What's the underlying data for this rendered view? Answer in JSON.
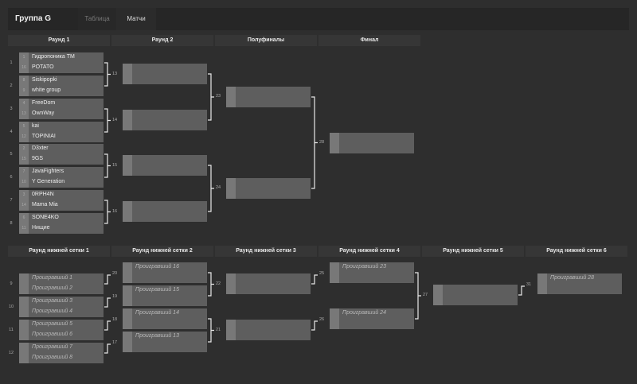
{
  "header": {
    "title": "Группа G",
    "tabs": [
      {
        "label": "Таблица",
        "active": false
      },
      {
        "label": "Матчи",
        "active": true
      }
    ]
  },
  "upper": {
    "headers": [
      "Раунд 1",
      "Раунд 2",
      "Полуфиналы",
      "Финал"
    ],
    "round1": [
      {
        "num": "1",
        "slots": [
          {
            "seed": "1",
            "name": "Гидропоника TM"
          },
          {
            "seed": "16",
            "name": "POTATO"
          }
        ]
      },
      {
        "num": "2",
        "slots": [
          {
            "seed": "8",
            "name": "Siskipopki"
          },
          {
            "seed": "9",
            "name": "white group"
          }
        ]
      },
      {
        "num": "3",
        "slots": [
          {
            "seed": "4",
            "name": "FreeDom"
          },
          {
            "seed": "13",
            "name": "OwnWay"
          }
        ]
      },
      {
        "num": "4",
        "slots": [
          {
            "seed": "5",
            "name": "kai"
          },
          {
            "seed": "12",
            "name": "TOPINIAI"
          }
        ]
      },
      {
        "num": "5",
        "slots": [
          {
            "seed": "2",
            "name": "D3xter"
          },
          {
            "seed": "15",
            "name": "9GS"
          }
        ]
      },
      {
        "num": "6",
        "slots": [
          {
            "seed": "7",
            "name": "JavaFighters"
          },
          {
            "seed": "10",
            "name": "Y Generation"
          }
        ]
      },
      {
        "num": "7",
        "slots": [
          {
            "seed": "3",
            "name": "0RPH4N"
          },
          {
            "seed": "14",
            "name": "Mama Mia"
          }
        ]
      },
      {
        "num": "8",
        "slots": [
          {
            "seed": "6",
            "name": "SONE4KO"
          },
          {
            "seed": "11",
            "name": "Нищие"
          }
        ]
      }
    ],
    "connectors_r1": [
      "13",
      "14",
      "15",
      "16"
    ],
    "connectors_r2": [
      "23",
      "24"
    ],
    "connectors_sf": [
      "28"
    ]
  },
  "lower": {
    "headers": [
      "Раунд нижней сетки 1",
      "Раунд нижней сетки 2",
      "Раунд нижней сетки 3",
      "Раунд нижней сетки 4",
      "Раунд нижней сетки 5",
      "Раунд нижней сетки 6"
    ],
    "round1": [
      {
        "num": "9",
        "slots": [
          "Проигравший 1",
          "Проигравший 2"
        ]
      },
      {
        "num": "10",
        "slots": [
          "Проигравший 3",
          "Проигравший 4"
        ]
      },
      {
        "num": "11",
        "slots": [
          "Проигравший 5",
          "Проигравший 6"
        ]
      },
      {
        "num": "12",
        "slots": [
          "Проигравший 7",
          "Проигравший 8"
        ]
      }
    ],
    "round2": [
      {
        "slots": [
          "Проигравший 16",
          ""
        ]
      },
      {
        "slots": [
          "Проигравший 15",
          ""
        ]
      },
      {
        "slots": [
          "Проигравший 14",
          ""
        ]
      },
      {
        "slots": [
          "Проигравший 13",
          ""
        ]
      }
    ],
    "round4": [
      {
        "slots": [
          "Проигравший 23",
          ""
        ]
      },
      {
        "slots": [
          "Проигравший 24",
          ""
        ]
      }
    ],
    "round6": [
      {
        "slots": [
          "Проигравший 28",
          ""
        ]
      }
    ],
    "connectors_lb1": [
      "20",
      "19",
      "18",
      "17"
    ],
    "connectors_lb2": [
      "22",
      "21"
    ],
    "connectors_lb3": [
      "25",
      "26"
    ],
    "connectors_lb4": [
      "27"
    ],
    "connectors_lb5": [
      "31"
    ]
  }
}
